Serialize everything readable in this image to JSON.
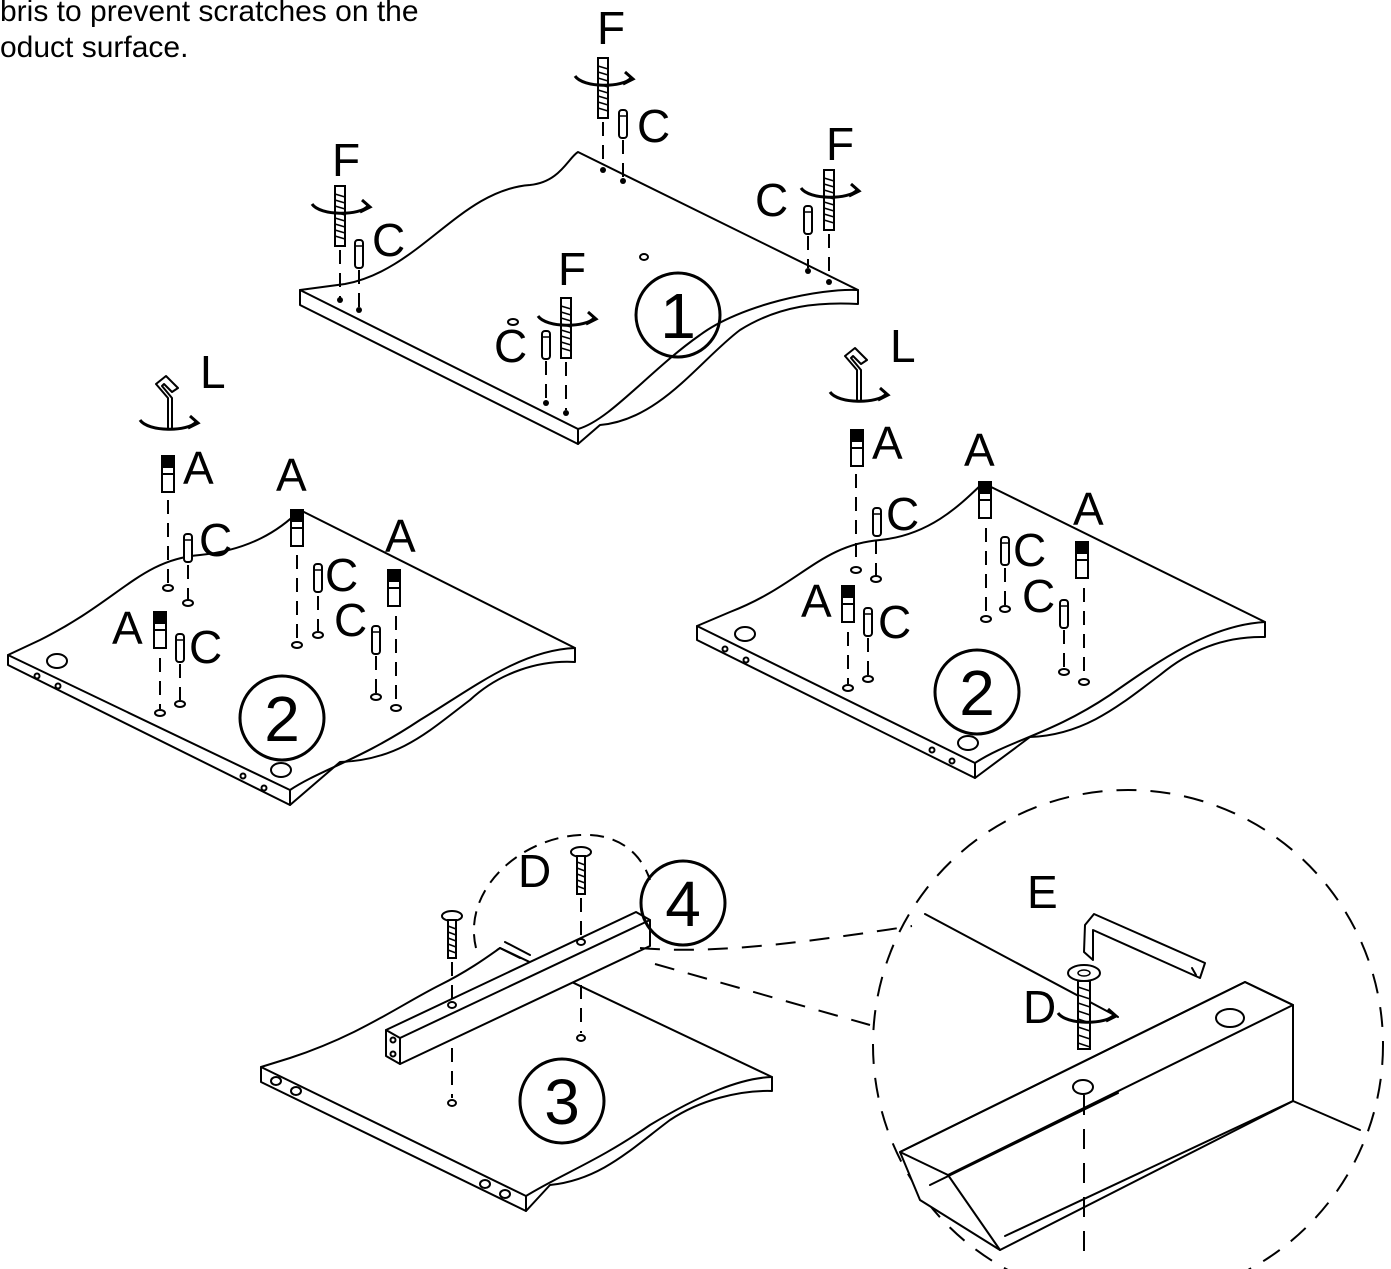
{
  "note": {
    "line1": "bris to prevent scratches on the",
    "line2": "oduct surface."
  },
  "parts": {
    "A": "A",
    "C": "C",
    "D": "D",
    "E": "E",
    "F": "F",
    "L": "L"
  },
  "steps": {
    "s1": "1",
    "s2": "2",
    "s3": "3",
    "s4": "4"
  }
}
